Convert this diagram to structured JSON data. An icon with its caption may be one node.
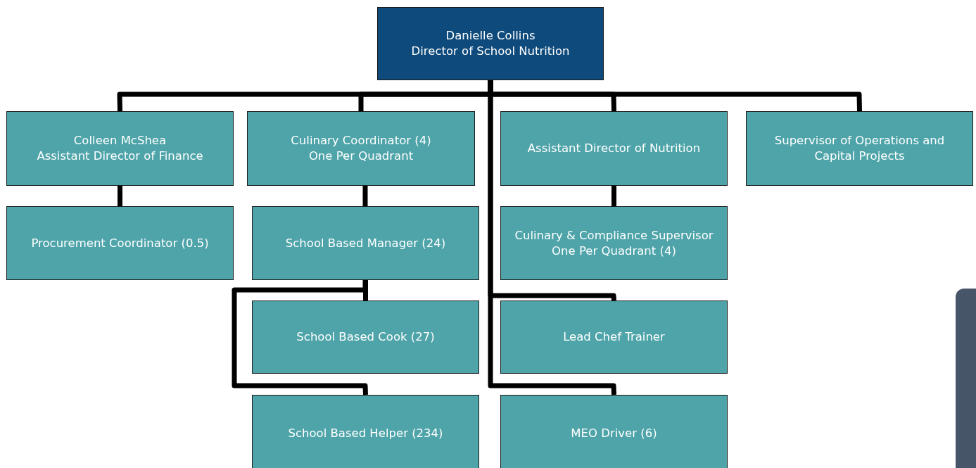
{
  "diagram": {
    "nodes": [
      {
        "text": [
          "Danielle Collins",
          "Director of School Nutrition"
        ]
      },
      {
        "text": [
          "Colleen McShea",
          "Assistant Director of Finance"
        ]
      },
      {
        "text": [
          "Culinary Coordinator (4)",
          "One Per Quadrant"
        ]
      },
      {
        "text": [
          "Assistant Director of Nutrition"
        ]
      },
      {
        "text": [
          "Supervisor of Operations and Capital Projects"
        ]
      },
      {
        "text": [
          "Procurement Coordinator (0.5)"
        ]
      },
      {
        "text": [
          "School Based Manager (24)"
        ]
      },
      {
        "text": [
          "Culinary & Compliance Supervisor",
          "One Per Quadrant (4)"
        ]
      },
      {
        "text": [
          "School Based Cook (27)"
        ]
      },
      {
        "text": [
          "Lead Chef Trainer"
        ]
      },
      {
        "text": [
          "School Based Helper (234)"
        ]
      },
      {
        "text": [
          "MEO Driver (6)"
        ]
      }
    ],
    "edges": [
      {
        "from": 0,
        "to": 1,
        "arrow": "none"
      },
      {
        "from": 0,
        "to": 2,
        "arrow": "none"
      },
      {
        "from": 0,
        "to": 3,
        "arrow": "none"
      },
      {
        "from": 0,
        "to": 4,
        "arrow": "none"
      },
      {
        "from": 1,
        "to": 5,
        "arrow": "none"
      },
      {
        "from": 2,
        "to": 6,
        "arrow": "none"
      },
      {
        "from": 3,
        "to": 7,
        "arrow": "none"
      },
      {
        "from": 6,
        "to": 8,
        "arrow": "none"
      },
      {
        "from": 6,
        "to": 10,
        "arrow": "none"
      },
      {
        "from": 0,
        "to": 9,
        "arrow": "none"
      },
      {
        "from": 0,
        "to": 11,
        "arrow": "none"
      }
    ]
  }
}
